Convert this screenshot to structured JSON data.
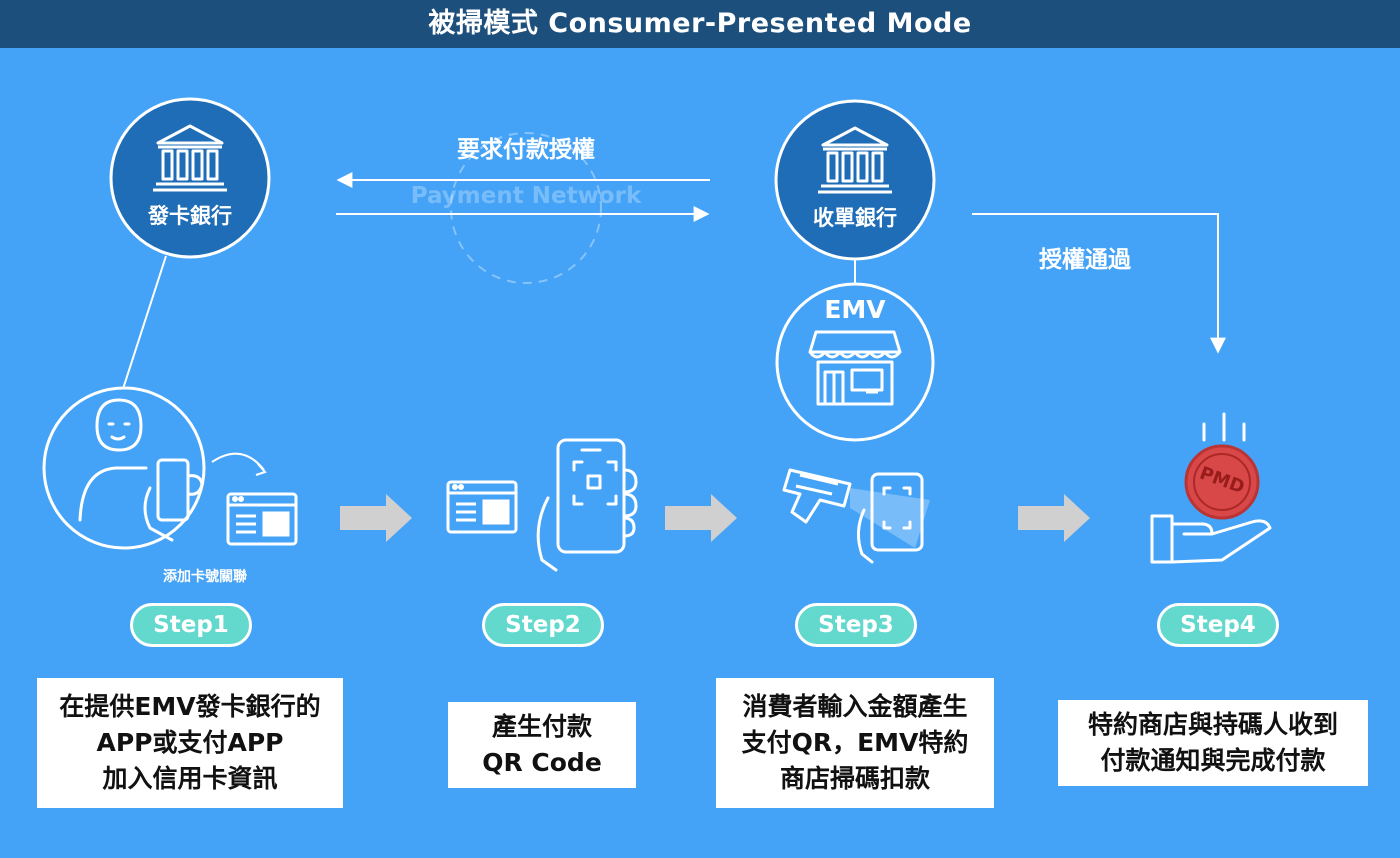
{
  "title": "被掃模式 Consumer-Presented Mode",
  "issuer_bank": {
    "label": "發卡銀行"
  },
  "acquirer_bank": {
    "label": "收單銀行"
  },
  "network": {
    "request_label": "要求付款授權",
    "watermark": "Payment Network"
  },
  "auth_pass_label": "授權通過",
  "merchant": {
    "badge": "EMV"
  },
  "coin": {
    "text": "PMD"
  },
  "user": {
    "caption": "添加卡號關聯"
  },
  "steps": [
    {
      "label": "Step1",
      "desc": [
        "在提供EMV發卡銀行的",
        "APP或支付APP",
        "加入信用卡資訊"
      ]
    },
    {
      "label": "Step2",
      "desc": [
        "產生付款",
        "QR Code"
      ]
    },
    {
      "label": "Step3",
      "desc": [
        "消費者輸入金額產生",
        "支付QR，EMV特約",
        "商店掃碼扣款"
      ]
    },
    {
      "label": "Step4",
      "desc": [
        "特約商店與持碼人收到",
        "付款通知與完成付款"
      ]
    }
  ],
  "colors": {
    "background": "#45a3f7",
    "title_bar": "#1d4f7c",
    "circle": "#1e6db6",
    "step_pill": "#63d9ce",
    "arrow": "#cfcfcf",
    "coin": "#d84848"
  }
}
